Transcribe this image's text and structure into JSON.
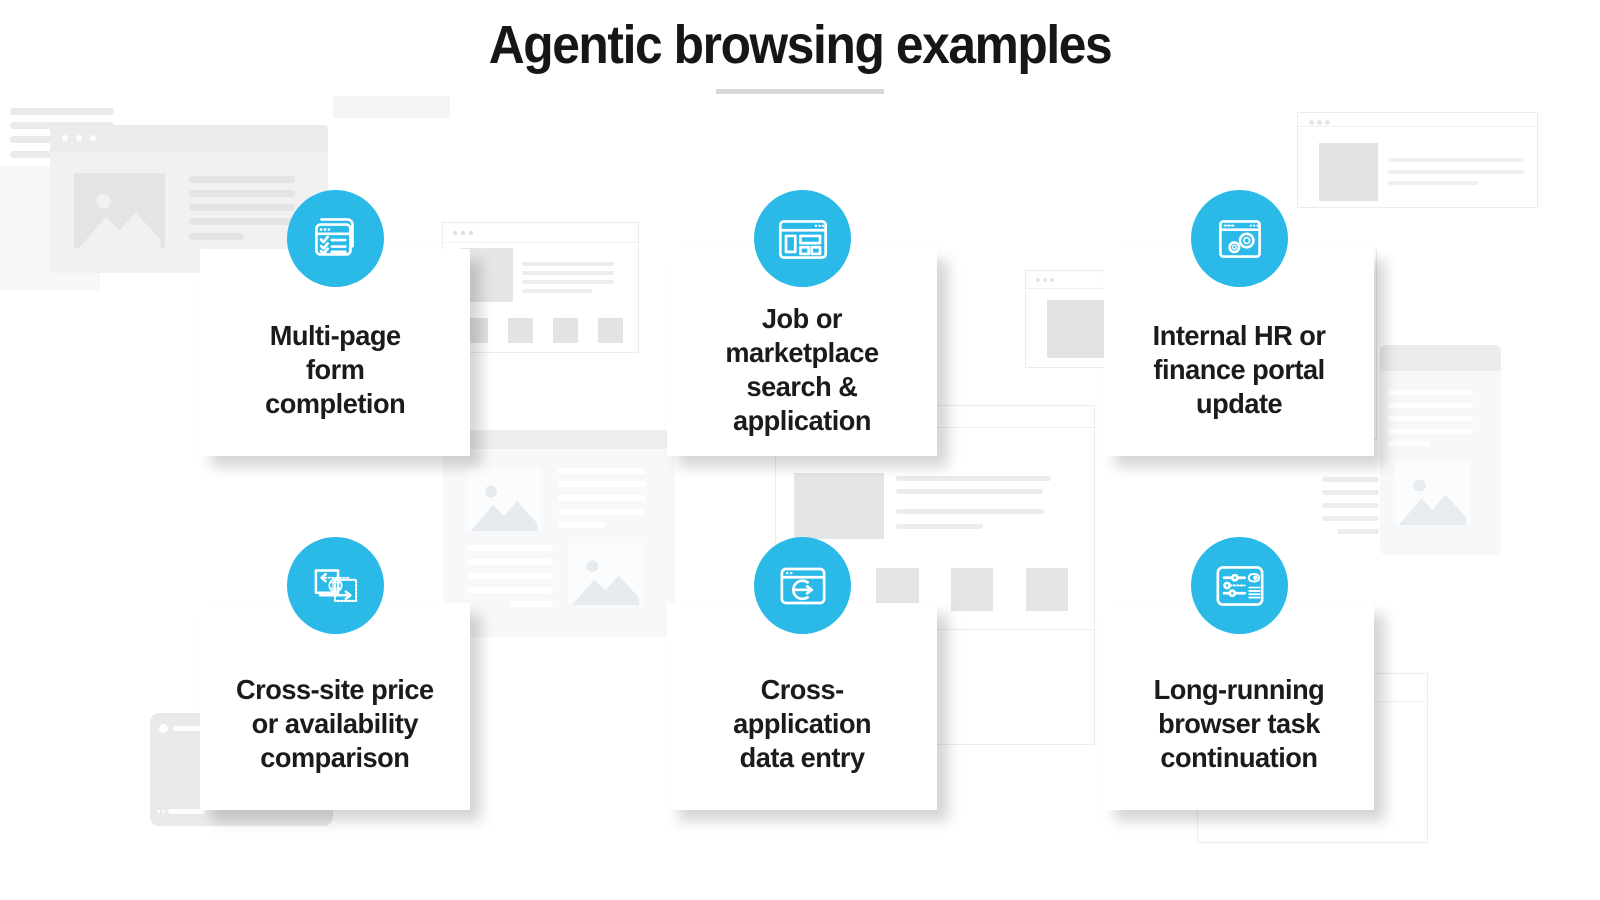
{
  "colors": {
    "accent": "#2BB9E8",
    "text": "#1b1b1b",
    "divider": "#d8d8d8"
  },
  "header": {
    "title": "Agentic browsing examples"
  },
  "cards": [
    {
      "id": "multi-page-form-completion",
      "icon": "checklist-pages-icon",
      "label": "Multi-page\nform\ncompletion"
    },
    {
      "id": "job-marketplace-search-application",
      "icon": "marketplace-window-icon",
      "label": "Job or\nmarketplace\nsearch &\napplication"
    },
    {
      "id": "internal-hr-finance-portal-update",
      "icon": "gears-window-icon",
      "label": "Internal HR or\nfinance portal\nupdate"
    },
    {
      "id": "cross-site-price-availability-comparison",
      "icon": "site-compare-globe-icon",
      "label": "Cross-site price\nor availability\ncomparison"
    },
    {
      "id": "cross-application-data-entry",
      "icon": "sync-window-icon",
      "label": "Cross-\napplication\ndata entry"
    },
    {
      "id": "long-running-browser-task-continuation",
      "icon": "sliders-window-icon",
      "label": "Long-running\nbrowser task\ncontinuation"
    }
  ]
}
